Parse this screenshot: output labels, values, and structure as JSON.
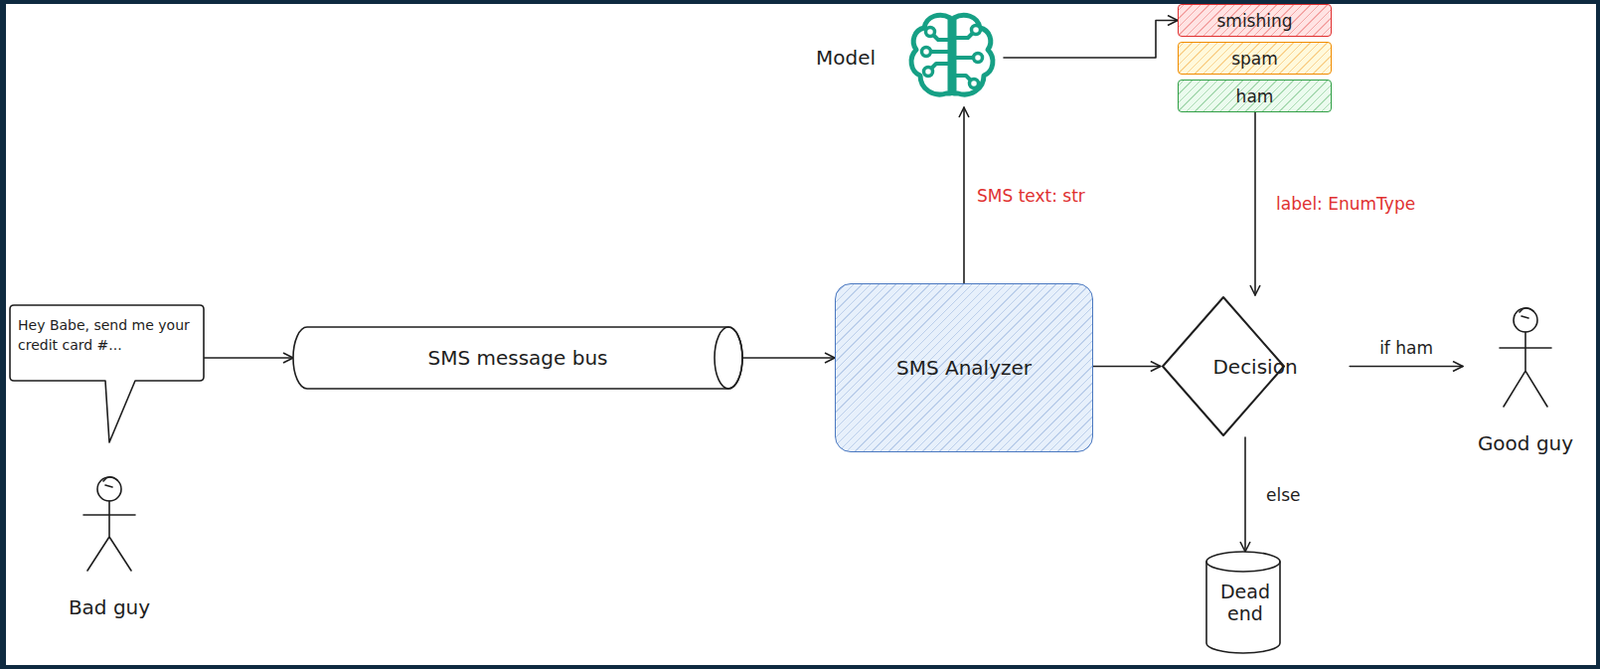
{
  "diagram": {
    "nodes": [
      {
        "text": [
          "Hey Babe, send me your credit card #..."
        ]
      },
      {
        "text": [
          "Bad guy"
        ]
      },
      {
        "text": [
          "SMS message bus"
        ]
      },
      {
        "text": [
          "Model"
        ]
      },
      {
        "text": [
          "smishing"
        ]
      },
      {
        "text": [
          "spam"
        ]
      },
      {
        "text": [
          "ham"
        ]
      },
      {
        "text": [
          "SMS Analyzer"
        ]
      },
      {
        "text": [
          "Decision"
        ]
      },
      {
        "text": [
          "Good guy"
        ]
      },
      {
        "text": [
          "Dead end"
        ]
      }
    ],
    "edges": [
      {
        "from": 0,
        "to": 2,
        "arrow": "to"
      },
      {
        "from": 2,
        "to": 7,
        "arrow": "to"
      },
      {
        "from": 7,
        "to": 3,
        "label": "SMS text: str",
        "arrow": "to"
      },
      {
        "from": 3,
        "to": 4,
        "arrow": "to"
      },
      {
        "from": 6,
        "to": 8,
        "label": "label: EnumType",
        "arrow": "to"
      },
      {
        "from": 7,
        "to": 8,
        "arrow": "to"
      },
      {
        "from": 8,
        "to": 9,
        "label": "if ham",
        "arrow": "to"
      },
      {
        "from": 8,
        "to": 10,
        "label": "else",
        "arrow": "to"
      }
    ]
  }
}
